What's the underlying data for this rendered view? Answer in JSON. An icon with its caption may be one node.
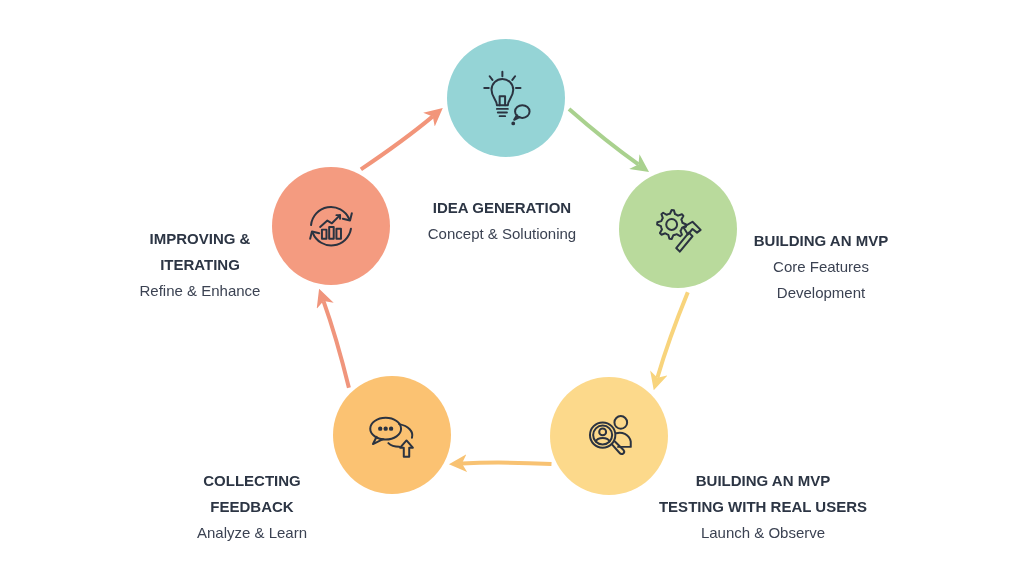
{
  "diagram": {
    "nodes": [
      {
        "text": [],
        "shape": "circle",
        "beside": [
          "IDEA GENERATION",
          "Concept & Solutioning"
        ]
      },
      {
        "text": [],
        "shape": "circle",
        "beside": [
          "BUILDING AN MVP",
          "Core Features Development"
        ]
      },
      {
        "text": [],
        "shape": "circle",
        "beside": [
          "BUILDING AN MVP",
          "TESTING WITH REAL USERS",
          "Launch & Observe"
        ]
      },
      {
        "text": [],
        "shape": "circle",
        "beside": [
          "COLLECTING FEEDBACK",
          "Analyze & Learn"
        ]
      },
      {
        "text": [],
        "shape": "circle",
        "beside": [
          "IMPROVING & ITERATING",
          "Refine & Enhance"
        ]
      }
    ],
    "edges": [
      {
        "from": 0,
        "to": 1,
        "arrow": "to",
        "color": "#a9d18e"
      },
      {
        "from": 1,
        "to": 2,
        "arrow": "to",
        "color": "#f8d47c"
      },
      {
        "from": 2,
        "to": 3,
        "arrow": "to",
        "color": "#f8c272"
      },
      {
        "from": 3,
        "to": 4,
        "arrow": "to",
        "color": "#f0957c"
      },
      {
        "from": 4,
        "to": 0,
        "arrow": "to",
        "color": "#f2957a"
      }
    ]
  }
}
